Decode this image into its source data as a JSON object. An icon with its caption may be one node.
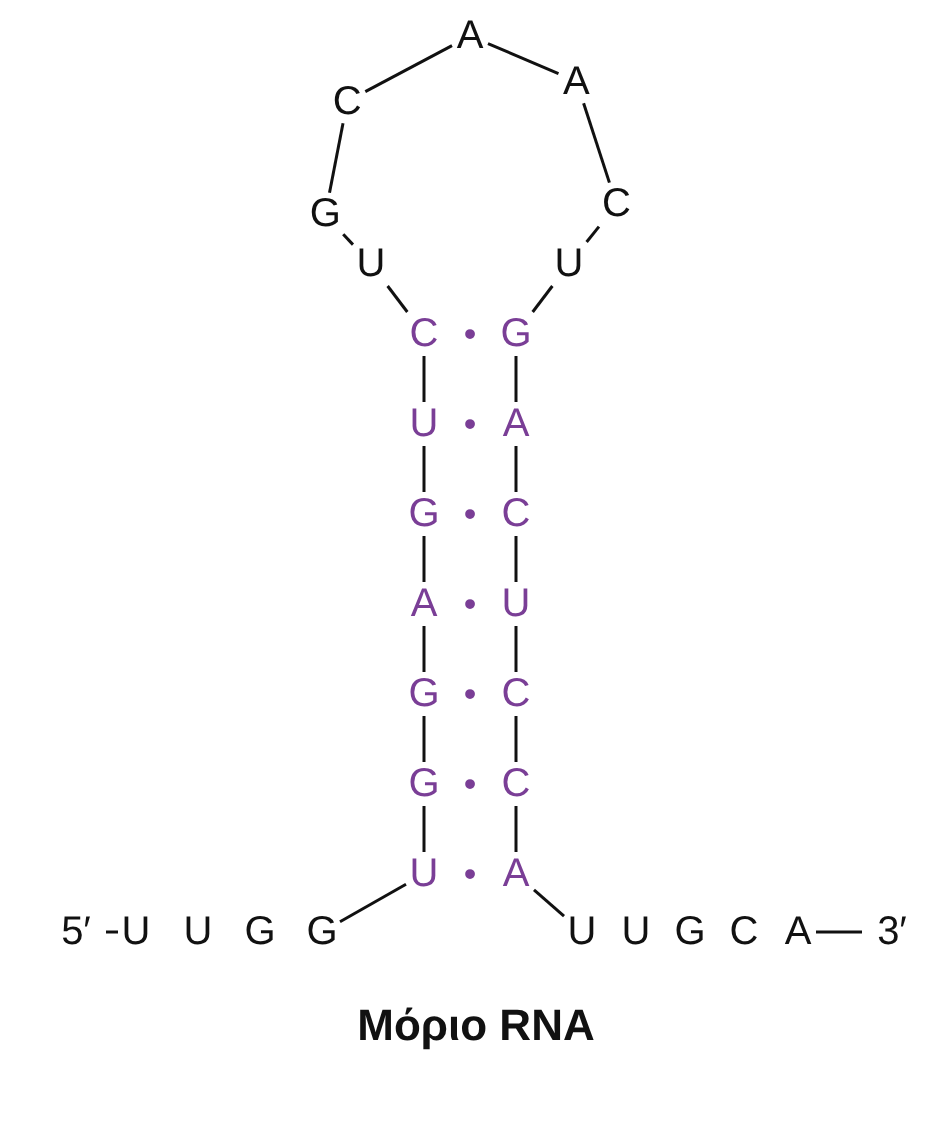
{
  "diagram": {
    "caption": "Μόριο RNA",
    "nodes": [
      {
        "text": [
          "5′"
        ]
      },
      {
        "text": [
          "U"
        ]
      },
      {
        "text": [
          "U"
        ]
      },
      {
        "text": [
          "G"
        ]
      },
      {
        "text": [
          "G"
        ]
      },
      {
        "text": [
          "U"
        ]
      },
      {
        "text": [
          "G"
        ]
      },
      {
        "text": [
          "G"
        ]
      },
      {
        "text": [
          "A"
        ]
      },
      {
        "text": [
          "G"
        ]
      },
      {
        "text": [
          "U"
        ]
      },
      {
        "text": [
          "C"
        ]
      },
      {
        "text": [
          "U"
        ]
      },
      {
        "text": [
          "G"
        ]
      },
      {
        "text": [
          "C"
        ]
      },
      {
        "text": [
          "A"
        ]
      },
      {
        "text": [
          "A"
        ]
      },
      {
        "text": [
          "C"
        ]
      },
      {
        "text": [
          "U"
        ]
      },
      {
        "text": [
          "G"
        ]
      },
      {
        "text": [
          "A"
        ]
      },
      {
        "text": [
          "C"
        ]
      },
      {
        "text": [
          "U"
        ]
      },
      {
        "text": [
          "C"
        ]
      },
      {
        "text": [
          "C"
        ]
      },
      {
        "text": [
          "A"
        ]
      },
      {
        "text": [
          "U"
        ]
      },
      {
        "text": [
          "U"
        ]
      },
      {
        "text": [
          "G"
        ]
      },
      {
        "text": [
          "C"
        ]
      },
      {
        "text": [
          "A"
        ]
      },
      {
        "text": [
          "3′"
        ]
      }
    ],
    "edges": [
      {
        "from": 0,
        "to": 1,
        "arrow": "none"
      },
      {
        "from": 4,
        "to": 5,
        "arrow": "none"
      },
      {
        "from": 5,
        "to": 6,
        "arrow": "none"
      },
      {
        "from": 6,
        "to": 7,
        "arrow": "none"
      },
      {
        "from": 7,
        "to": 8,
        "arrow": "none"
      },
      {
        "from": 8,
        "to": 9,
        "arrow": "none"
      },
      {
        "from": 9,
        "to": 10,
        "arrow": "none"
      },
      {
        "from": 10,
        "to": 11,
        "arrow": "none"
      },
      {
        "from": 11,
        "to": 12,
        "arrow": "none"
      },
      {
        "from": 12,
        "to": 13,
        "arrow": "none"
      },
      {
        "from": 13,
        "to": 14,
        "arrow": "none"
      },
      {
        "from": 14,
        "to": 15,
        "arrow": "none"
      },
      {
        "from": 15,
        "to": 16,
        "arrow": "none"
      },
      {
        "from": 16,
        "to": 17,
        "arrow": "none"
      },
      {
        "from": 17,
        "to": 18,
        "arrow": "none"
      },
      {
        "from": 18,
        "to": 19,
        "arrow": "none"
      },
      {
        "from": 19,
        "to": 20,
        "arrow": "none"
      },
      {
        "from": 20,
        "to": 21,
        "arrow": "none"
      },
      {
        "from": 21,
        "to": 22,
        "arrow": "none"
      },
      {
        "from": 22,
        "to": 23,
        "arrow": "none"
      },
      {
        "from": 23,
        "to": 24,
        "arrow": "none"
      },
      {
        "from": 24,
        "to": 25,
        "arrow": "none"
      },
      {
        "from": 25,
        "to": 26,
        "arrow": "none"
      },
      {
        "from": 30,
        "to": 31,
        "arrow": "none"
      }
    ],
    "labels": [
      "•",
      "•",
      "•",
      "•",
      "•",
      "•",
      "•"
    ]
  }
}
